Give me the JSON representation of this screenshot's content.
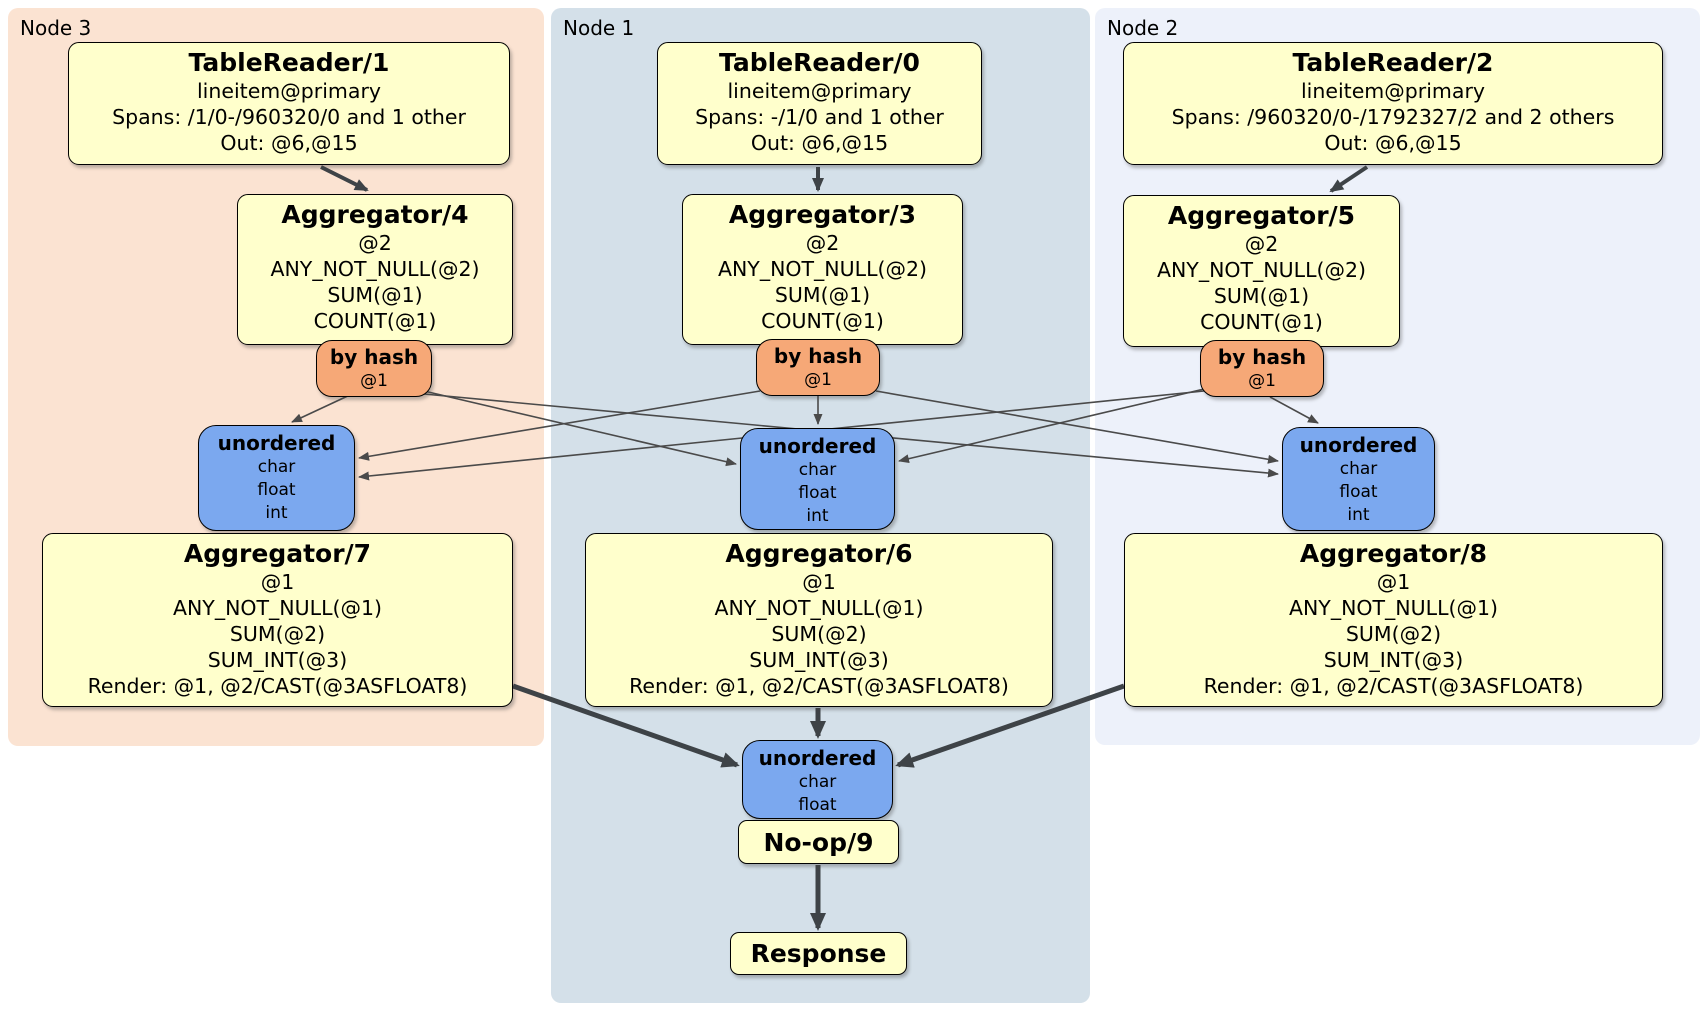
{
  "colors": {
    "proc-fill": "#FFFFCC",
    "router-fill": "#F6A877",
    "sync-fill": "#7BA8EF",
    "node3-bg": "#FBE3D2",
    "node1-bg": "#D4E0E9",
    "node2-bg": "#EDF1FA",
    "edge-thin": "#4A4A4A",
    "edge-thick": "#3E4347"
  },
  "regions": [
    {
      "label": "Node 3",
      "table_reader": {
        "title": "TableReader/1",
        "lines": [
          "lineitem@primary",
          "Spans: /1/0-/960320/0 and 1 other",
          "Out: @6,@15"
        ]
      },
      "aggregator_stage1": {
        "title": "Aggregator/4",
        "lines": [
          "@2",
          "ANY_NOT_NULL(@2)",
          "SUM(@1)",
          "COUNT(@1)"
        ]
      },
      "router": {
        "title": "by hash",
        "lines": [
          "@1"
        ]
      },
      "synchronizer": {
        "title": "unordered",
        "lines": [
          "char",
          "float",
          "int"
        ]
      },
      "aggregator_stage2": {
        "title": "Aggregator/7",
        "lines": [
          "@1",
          "ANY_NOT_NULL(@1)",
          "SUM(@2)",
          "SUM_INT(@3)",
          "Render: @1, @2/CAST(@3ASFLOAT8)"
        ]
      }
    },
    {
      "label": "Node 1",
      "table_reader": {
        "title": "TableReader/0",
        "lines": [
          "lineitem@primary",
          "Spans: -/1/0 and 1 other",
          "Out: @6,@15"
        ]
      },
      "aggregator_stage1": {
        "title": "Aggregator/3",
        "lines": [
          "@2",
          "ANY_NOT_NULL(@2)",
          "SUM(@1)",
          "COUNT(@1)"
        ]
      },
      "router": {
        "title": "by hash",
        "lines": [
          "@1"
        ]
      },
      "synchronizer": {
        "title": "unordered",
        "lines": [
          "char",
          "float",
          "int"
        ]
      },
      "aggregator_stage2": {
        "title": "Aggregator/6",
        "lines": [
          "@1",
          "ANY_NOT_NULL(@1)",
          "SUM(@2)",
          "SUM_INT(@3)",
          "Render: @1, @2/CAST(@3ASFLOAT8)"
        ]
      },
      "final_synchronizer": {
        "title": "unordered",
        "lines": [
          "char",
          "float"
        ]
      },
      "noop": {
        "title": "No-op/9"
      },
      "response": {
        "title": "Response"
      }
    },
    {
      "label": "Node 2",
      "table_reader": {
        "title": "TableReader/2",
        "lines": [
          "lineitem@primary",
          "Spans: /960320/0-/1792327/2 and 2 others",
          "Out: @6,@15"
        ]
      },
      "aggregator_stage1": {
        "title": "Aggregator/5",
        "lines": [
          "@2",
          "ANY_NOT_NULL(@2)",
          "SUM(@1)",
          "COUNT(@1)"
        ]
      },
      "router": {
        "title": "by hash",
        "lines": [
          "@1"
        ]
      },
      "synchronizer": {
        "title": "unordered",
        "lines": [
          "char",
          "float",
          "int"
        ]
      },
      "aggregator_stage2": {
        "title": "Aggregator/8",
        "lines": [
          "@1",
          "ANY_NOT_NULL(@1)",
          "SUM(@2)",
          "SUM_INT(@3)",
          "Render: @1, @2/CAST(@3ASFLOAT8)"
        ]
      }
    }
  ]
}
